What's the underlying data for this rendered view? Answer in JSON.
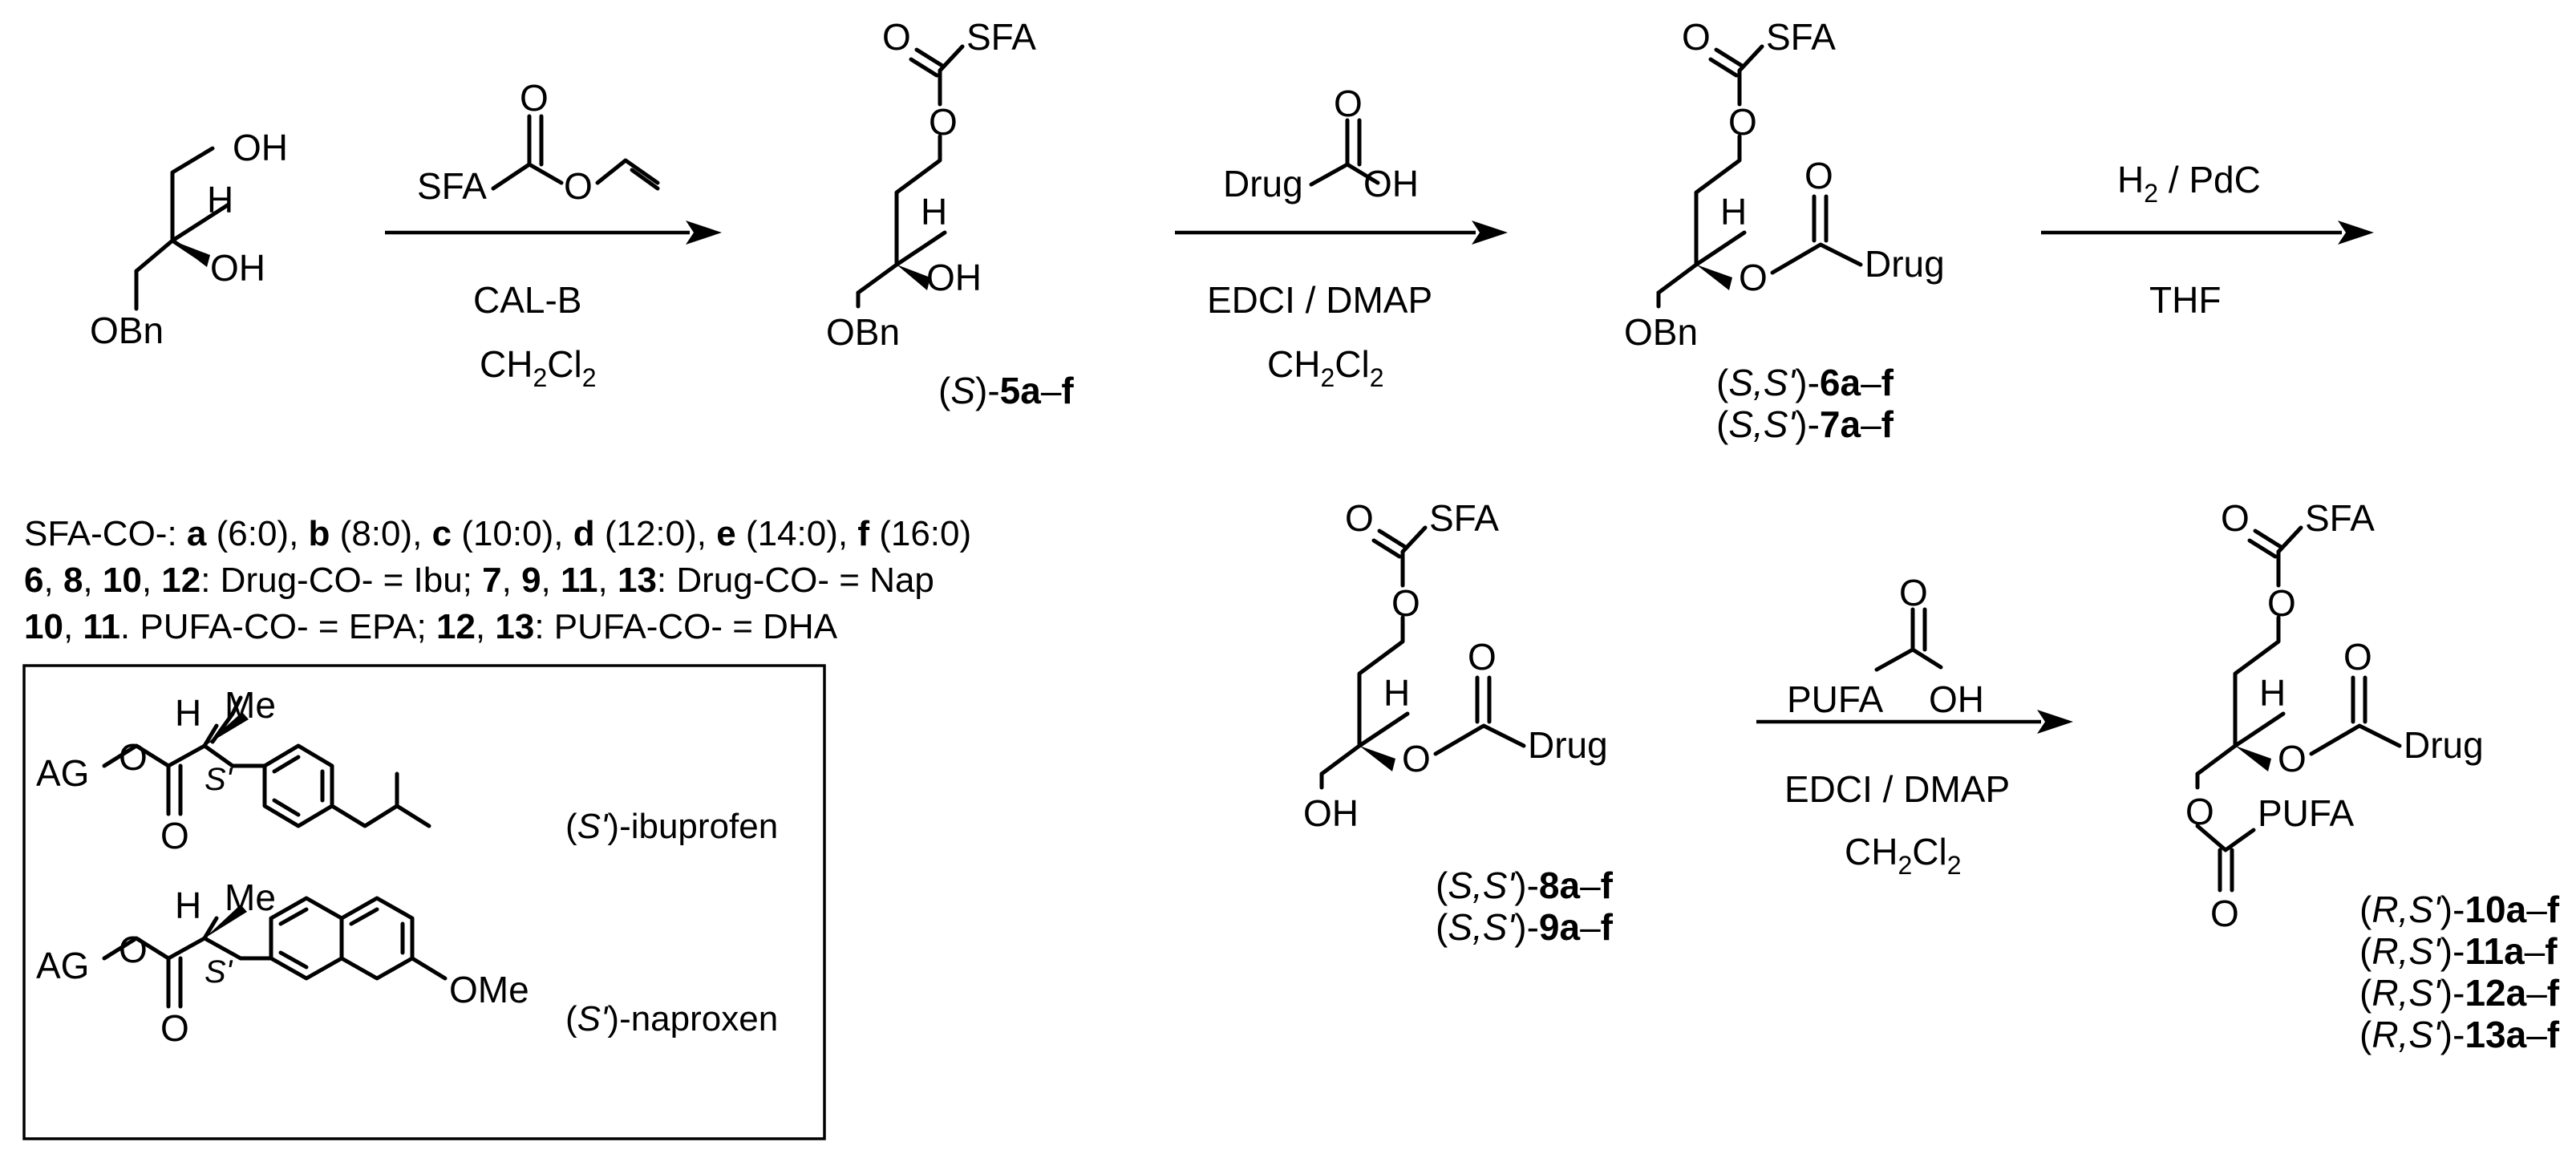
{
  "atoms": {
    "OH": "OH",
    "H": "H",
    "OBn": "OBn",
    "O": "O",
    "SFA": "SFA",
    "Drug": "Drug",
    "PUFA": "PUFA",
    "Me": "Me",
    "AG": "AG",
    "OMe": "OMe"
  },
  "reagents": {
    "step1_sub": "CAL-B",
    "step2": "EDCI / DMAP",
    "step3_top": "/ PdC",
    "step3_sub": "THF",
    "step4": "EDCI / DMAP",
    "h2": "H",
    "two": "2",
    "ch2cl2_parts": [
      "CH",
      "2",
      "Cl",
      "2"
    ]
  },
  "compounds": {
    "c5": {
      "stereo": "S",
      "num": "5a",
      "range": "–f"
    },
    "c6": {
      "stereo": "S,S'",
      "num": "6a",
      "range": "–f"
    },
    "c7": {
      "stereo": "S,S'",
      "num": "7a",
      "range": "–f"
    },
    "c8": {
      "stereo": "S,S'",
      "num": "8a",
      "range": "–f"
    },
    "c9": {
      "stereo": "S,S'",
      "num": "9a",
      "range": "–f"
    },
    "c10": {
      "stereo": "R,S'",
      "num": "10a",
      "range": "–f"
    },
    "c11": {
      "stereo": "R,S'",
      "num": "11a",
      "range": "–f"
    },
    "c12": {
      "stereo": "R,S'",
      "num": "12a",
      "range": "–f"
    },
    "c13": {
      "stereo": "R,S'",
      "num": "13a",
      "range": "–f"
    }
  },
  "legend": {
    "sfa": {
      "prefix": "SFA-CO-: ",
      "items": [
        {
          "key": "a",
          "val": " (6:0), "
        },
        {
          "key": "b",
          "val": " (8:0), "
        },
        {
          "key": "c",
          "val": " (10:0), "
        },
        {
          "key": "d",
          "val": " (12:0), "
        },
        {
          "key": "e",
          "val": " (14:0), "
        },
        {
          "key": "f",
          "val": " (16:0)"
        }
      ]
    },
    "drug": {
      "nums1": [
        "6",
        "8",
        "10",
        "12"
      ],
      "text1": ": Drug-CO- = Ibu; ",
      "nums2": [
        "7",
        "9",
        "11",
        "13"
      ],
      "text2": ": Drug-CO- = Nap"
    },
    "pufa": {
      "nums1": [
        "10",
        "11"
      ],
      "text1": ". PUFA-CO- = EPA; ",
      "nums2": [
        "12",
        "13"
      ],
      "text2": ": PUFA-CO- = DHA"
    }
  },
  "box": {
    "ibu_label_stereo": "S'",
    "ibu_label_name": "-ibuprofen",
    "nap_label_stereo": "S'",
    "nap_label_name": "-naproxen",
    "stereo_tag": "S'"
  }
}
